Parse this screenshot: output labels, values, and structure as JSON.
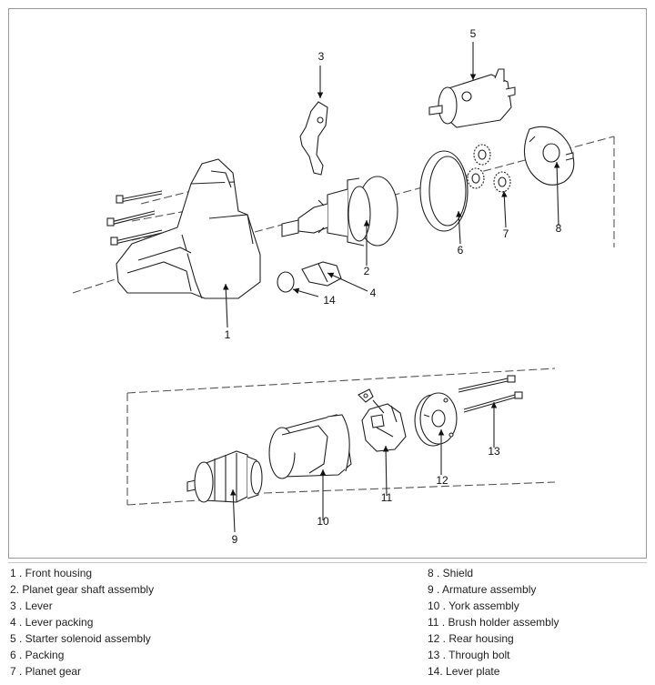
{
  "callouts": {
    "c1": "1",
    "c2": "2",
    "c3": "3",
    "c4": "4",
    "c5": "5",
    "c6": "6",
    "c7": "7",
    "c8": "8",
    "c9": "9",
    "c10": "10",
    "c11": "11",
    "c12": "12",
    "c13": "13",
    "c14": "14"
  },
  "legend": {
    "left": [
      "1 . Front housing",
      "2. Planet gear shaft assembly",
      "3 . Lever",
      "4 . Lever packing",
      "5 . Starter solenoid assembly",
      "6 . Packing",
      "7 . Planet gear"
    ],
    "right": [
      "8 . Shield",
      "9 . Armature assembly",
      "10 . York assembly",
      "11 . Brush holder assembly",
      "12 . Rear housing",
      "13 . Through bolt",
      "14. Lever plate"
    ]
  }
}
